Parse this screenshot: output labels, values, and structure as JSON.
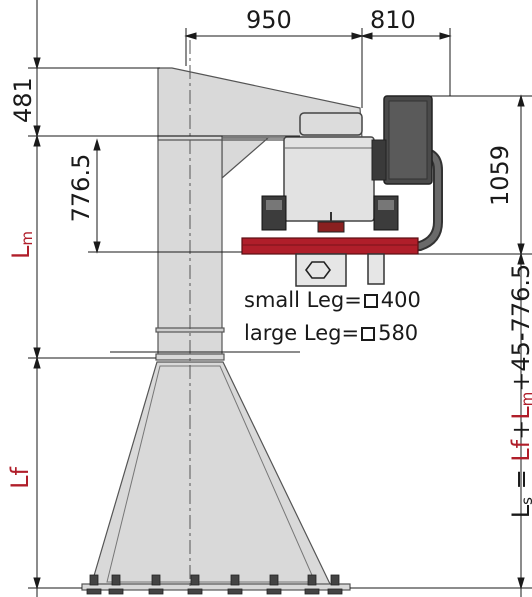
{
  "dimensions": {
    "top_left": "950",
    "top_right": "810",
    "left_top": "481",
    "left_mid": "776.5",
    "right_top": "1059"
  },
  "labels": {
    "lm_main": "L",
    "lm_sub": "m",
    "lf": "Lf",
    "ls_main": "L",
    "ls_sub": "s",
    "ls_eq": " = ",
    "ls_lf": "Lf",
    "ls_plus1": "+",
    "ls_lm_main": "L",
    "ls_lm_sub": "m",
    "ls_tail": "+45-776.5"
  },
  "notes": {
    "small_leg_label": "small Leg=",
    "small_leg_value": "400",
    "large_leg_label": "large Leg=",
    "large_leg_value": "580"
  },
  "colors": {
    "structure_fill": "#d9d9d9",
    "structure_line": "#555555",
    "dim_line": "#1a1a1a",
    "accent_red": "#b01e2a",
    "motor_dark": "#4a4a4a",
    "background": "#ffffff"
  }
}
